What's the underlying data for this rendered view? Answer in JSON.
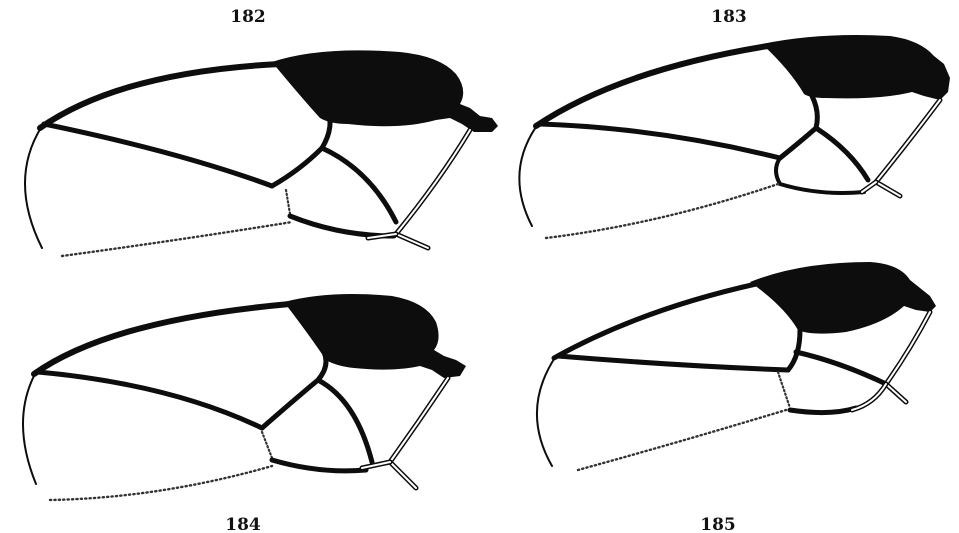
{
  "figures": [
    {
      "id": "fig-182",
      "label": "182"
    },
    {
      "id": "fig-183",
      "label": "183"
    },
    {
      "id": "fig-184",
      "label": "184"
    },
    {
      "id": "fig-185",
      "label": "185"
    }
  ]
}
